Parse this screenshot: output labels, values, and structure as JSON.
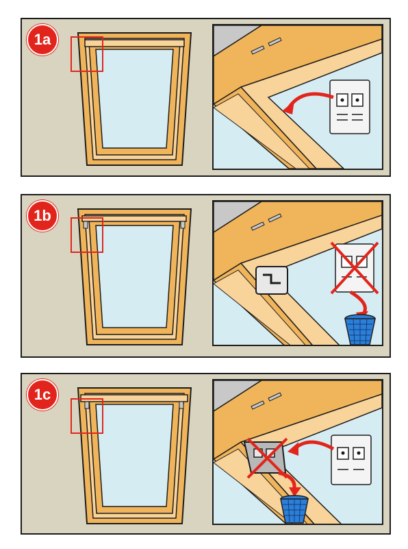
{
  "steps": [
    {
      "id": "1a",
      "label": "1a"
    },
    {
      "id": "1b",
      "label": "1b"
    },
    {
      "id": "1c",
      "label": "1c"
    }
  ],
  "colors": {
    "panel_bg": "#d8d4c0",
    "frame": "#f0b45a",
    "frame_light": "#f8d39a",
    "glass": "#d6ecf3",
    "badge": "#e2251c",
    "highlight": "#e2251c",
    "arrow": "#e2251c",
    "bin": "#2c7fd8",
    "outline": "#1c1c1c"
  },
  "icons": {
    "badge": "step-number-badge",
    "highlight": "zoom-region-rectangle",
    "bracket": "mounting-bracket-icon",
    "screws": "screws-icon",
    "cross": "cross-out-icon",
    "bin": "waste-bin-icon",
    "arrow": "curved-arrow-icon"
  }
}
